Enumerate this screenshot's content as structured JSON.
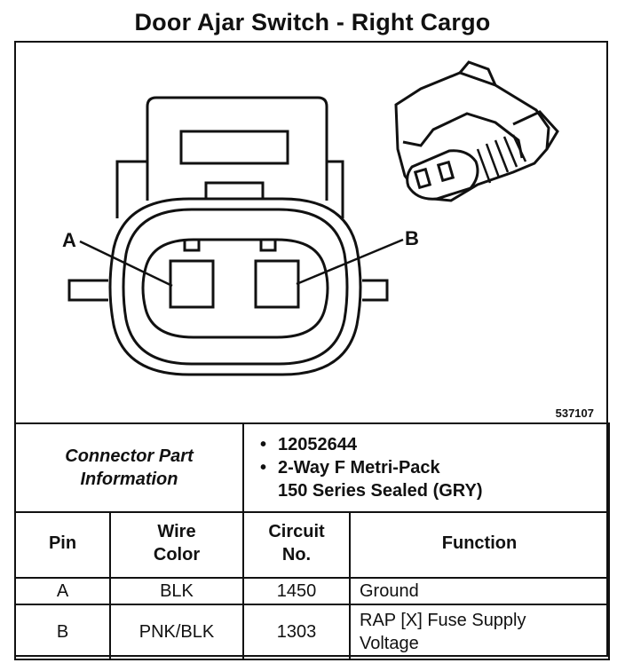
{
  "title": "Door Ajar Switch - Right Cargo",
  "figure_number": "537107",
  "pin_labels": {
    "a": "A",
    "b": "B"
  },
  "connector_part": {
    "label_line1": "Connector Part",
    "label_line2": "Information",
    "part_number": "12052644",
    "description_line1": "2-Way F Metri-Pack",
    "description_line2": "150 Series Sealed (GRY)"
  },
  "table": {
    "headers": {
      "pin": "Pin",
      "wire_color_line1": "Wire",
      "wire_color_line2": "Color",
      "circuit_line1": "Circuit",
      "circuit_line2": "No.",
      "function": "Function"
    },
    "rows": [
      {
        "pin": "A",
        "wire_color": "BLK",
        "circuit": "1450",
        "function_line1": "Ground",
        "function_line2": ""
      },
      {
        "pin": "B",
        "wire_color": "PNK/BLK",
        "circuit": "1303",
        "function_line1": "RAP [X] Fuse Supply",
        "function_line2": "Voltage"
      }
    ]
  }
}
